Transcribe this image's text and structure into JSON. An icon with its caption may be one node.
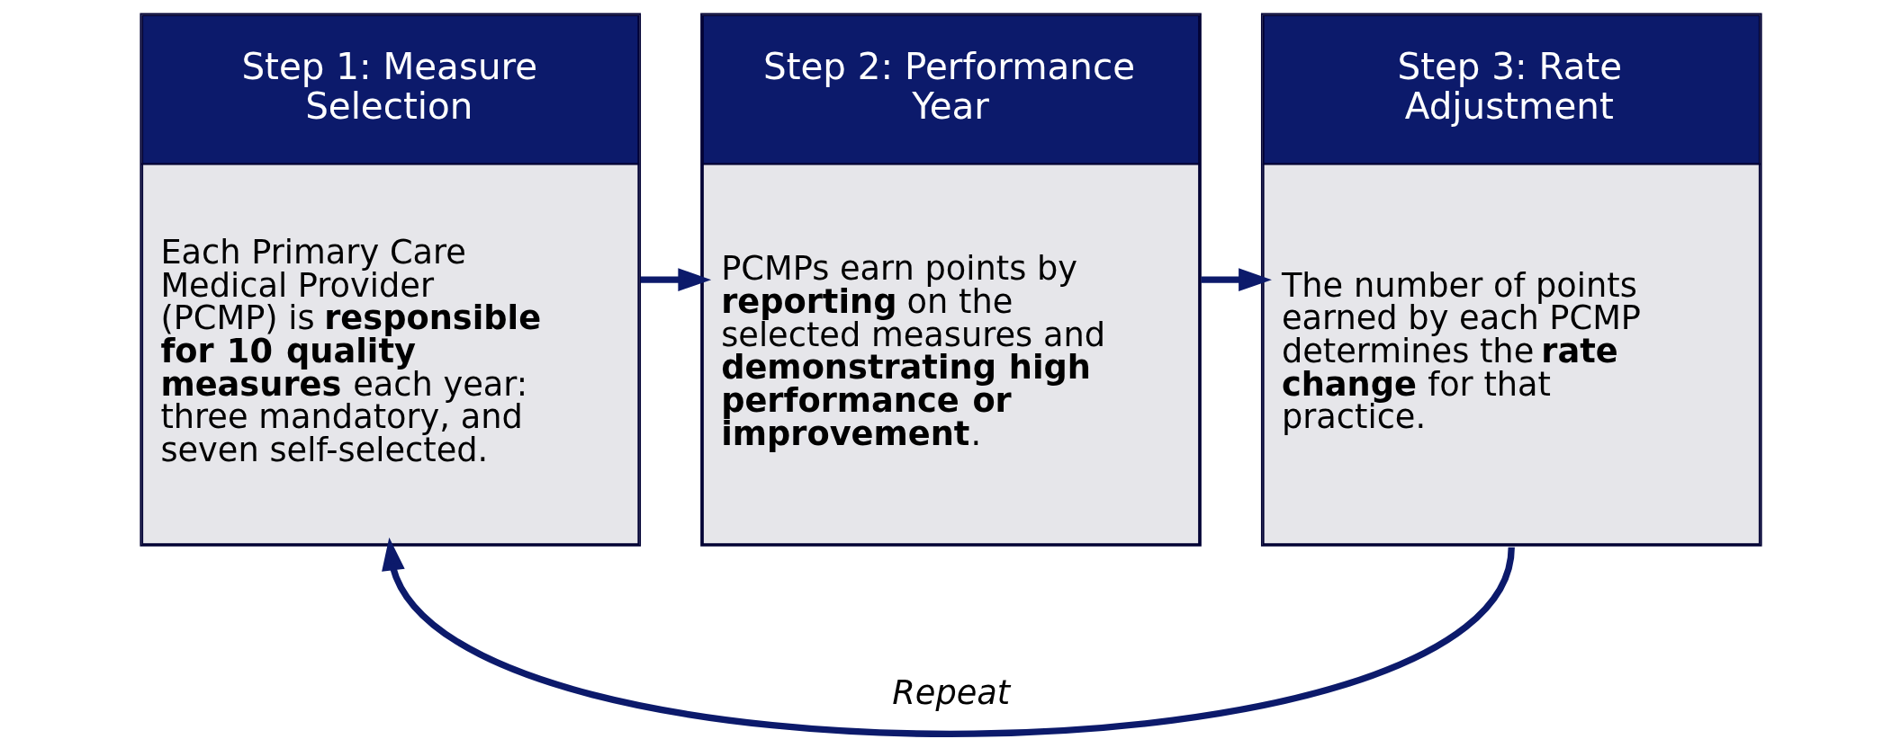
{
  "diagram": {
    "nodes": [
      {
        "text": [
          "Step 1: Measure Selection",
          "Each Primary Care Medical Provider (PCMP) is **responsible for 10 quality measures** each year: three mandatory, and seven self-selected."
        ]
      },
      {
        "text": [
          "Step 2: Performance Year",
          "PCMPs earn points by **reporting** on the selected measures and **demonstrating high performance or improvement**."
        ]
      },
      {
        "text": [
          "Step 3: Rate Adjustment",
          "The number of points earned by each PCMP determines the **rate change** for that practice."
        ]
      }
    ],
    "edges": [
      {
        "from": 0,
        "to": 1,
        "arrow": "to"
      },
      {
        "from": 1,
        "to": 2,
        "arrow": "to"
      },
      {
        "from": 2,
        "to": 0,
        "arrow": "to",
        "label": "*Repeat*"
      }
    ]
  }
}
